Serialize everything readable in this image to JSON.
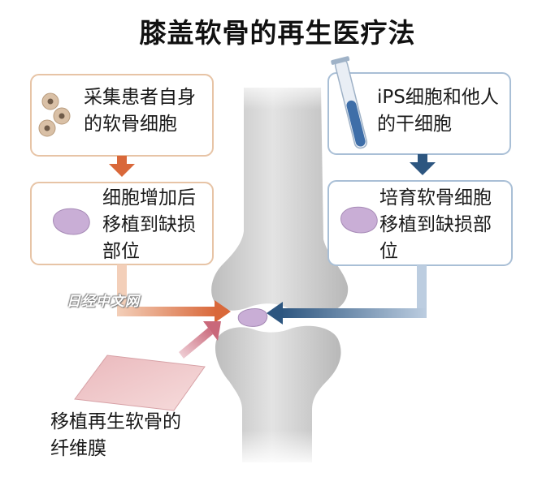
{
  "title": "膝盖软骨的再生医疗法",
  "left_path": {
    "top_box": "采集患者自身\n的软骨细胞",
    "bottom_box": "细胞增加后\n移植到缺损\n部位"
  },
  "right_path": {
    "top_box": "iPS细胞和他人\n的干细胞",
    "bottom_box": "培育软骨细胞\n移植到缺损部\n位"
  },
  "film_caption": "移植再生软骨的\n纤维膜",
  "watermark": "日经中文网",
  "colors": {
    "orange_arrow": "#d9683a",
    "blue_arrow": "#2d5680",
    "pink_arrow": "#c9687a",
    "box_orange_border": "#e7c4a6",
    "box_blue_border": "#a9bfd6",
    "bone": "#cfcfcf",
    "cartilage": "#c9aed6"
  },
  "icons": [
    "cell-cluster-icon",
    "test-tube-icon",
    "cartilage-cell-icon",
    "fibrous-membrane-icon",
    "bone-icon"
  ]
}
